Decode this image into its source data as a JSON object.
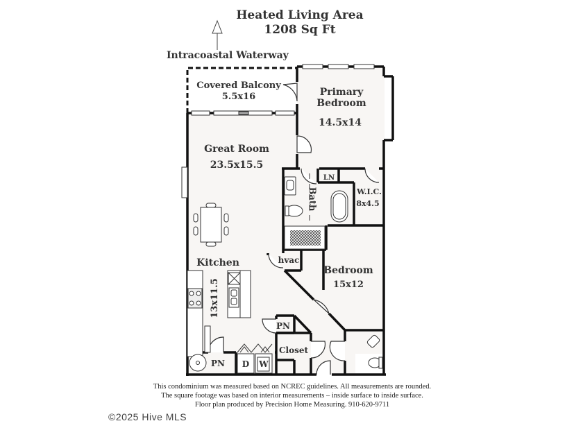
{
  "header": {
    "title": "Heated Living Area",
    "area": "1208 Sq Ft"
  },
  "compass": {
    "icon": "north-arrow-icon",
    "label": "Intracoastal Waterway"
  },
  "rooms": {
    "covered_balcony": {
      "name": "Covered Balcony",
      "dims": "5.5x16"
    },
    "primary_bedroom": {
      "name_line1": "Primary",
      "name_line2": "Bedroom",
      "dims": "14.5x14"
    },
    "great_room": {
      "name": "Great Room",
      "dims": "23.5x15.5"
    },
    "bath": {
      "name": "Bath"
    },
    "linen": {
      "name": "LN"
    },
    "wic": {
      "name": "W.I.C.",
      "dims": "8x4.5"
    },
    "kitchen": {
      "name": "Kitchen",
      "dims": "13x11.5"
    },
    "hvac": {
      "name": "hvac"
    },
    "bedroom": {
      "name": "Bedroom",
      "dims": "15x12"
    },
    "pantry_hall": {
      "name": "PN"
    },
    "pantry_laundry": {
      "name": "PN"
    },
    "closet": {
      "name": "Closet"
    },
    "dryer": {
      "name": "D"
    },
    "washer": {
      "name": "W"
    }
  },
  "footer": {
    "line1": "This condominium was measured based on NCREC guidelines. All measurements are rounded.",
    "line2": "The square footage was based on interior measurements – inside surface to inside surface.",
    "line3": "Floor plan produced by Precision Home Measuring. 910-620-9711",
    "copyright": "©2025 Hive MLS"
  },
  "colors": {
    "wall": "#111111",
    "floor": "#f8f6f4",
    "text": "#333333"
  }
}
